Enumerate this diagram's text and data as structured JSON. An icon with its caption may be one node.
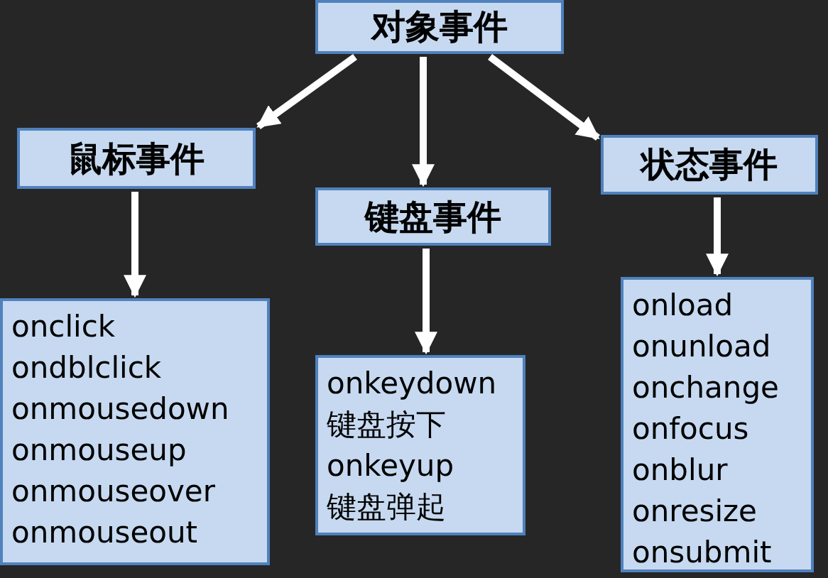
{
  "diagram": {
    "nodes": [
      {
        "text": [
          "对象事件"
        ]
      },
      {
        "text": [
          "鼠标事件"
        ]
      },
      {
        "text": [
          "键盘事件"
        ]
      },
      {
        "text": [
          "状态事件"
        ]
      },
      {
        "text": [
          "onclick",
          "ondblclick",
          "onmousedown",
          "onmouseup",
          "onmouseover",
          "onmouseout"
        ]
      },
      {
        "text": [
          "onkeydown",
          "键盘按下",
          "onkeyup",
          "键盘弹起"
        ]
      },
      {
        "text": [
          "onload",
          "onunload",
          "onchange",
          "onfocus",
          "onblur",
          "onresize",
          "onsubmit"
        ]
      }
    ],
    "edges": [
      {
        "from": 0,
        "to": 1,
        "arrow": "to"
      },
      {
        "from": 0,
        "to": 2,
        "arrow": "to"
      },
      {
        "from": 0,
        "to": 3,
        "arrow": "to"
      },
      {
        "from": 1,
        "to": 4,
        "arrow": "to"
      },
      {
        "from": 2,
        "to": 5,
        "arrow": "to"
      },
      {
        "from": 3,
        "to": 6,
        "arrow": "to"
      }
    ]
  }
}
